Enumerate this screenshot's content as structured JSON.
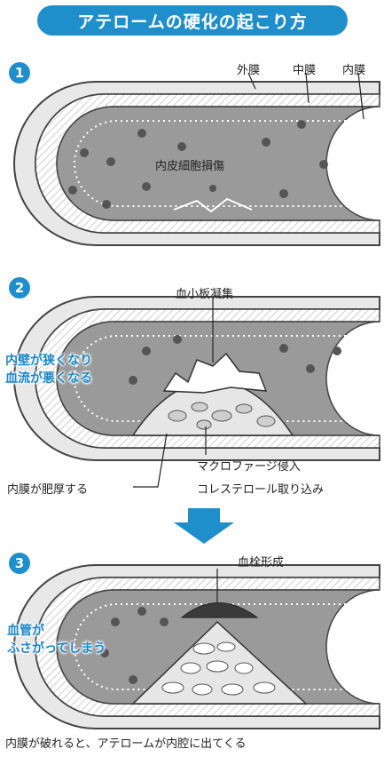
{
  "title": "アテロームの硬化の起こり方",
  "steps": [
    "1",
    "2",
    "3"
  ],
  "layers": {
    "outer": "外膜",
    "middle": "中膜",
    "inner": "内膜"
  },
  "step1": {
    "damage": "内皮細胞損傷"
  },
  "step2": {
    "platelet": "血小板凝集",
    "narrow_line1": "内壁が狭くなり",
    "narrow_line2": "血流が悪くなる",
    "thicken": "内膜が肥厚する",
    "macrophage": "マクロファージ侵入",
    "cholesterol": "コレステロール取り込み"
  },
  "step3": {
    "thrombus": "血栓形成",
    "blocked_line1": "血管が",
    "blocked_line2": "ふさがってしまう"
  },
  "caption": "内膜が破れると、アテロームが内腔に出てくる",
  "colors": {
    "accent": "#1f8fcb",
    "wall": "#e6e6e6",
    "lumen": "#9a9a9a",
    "dot": "#555555"
  }
}
